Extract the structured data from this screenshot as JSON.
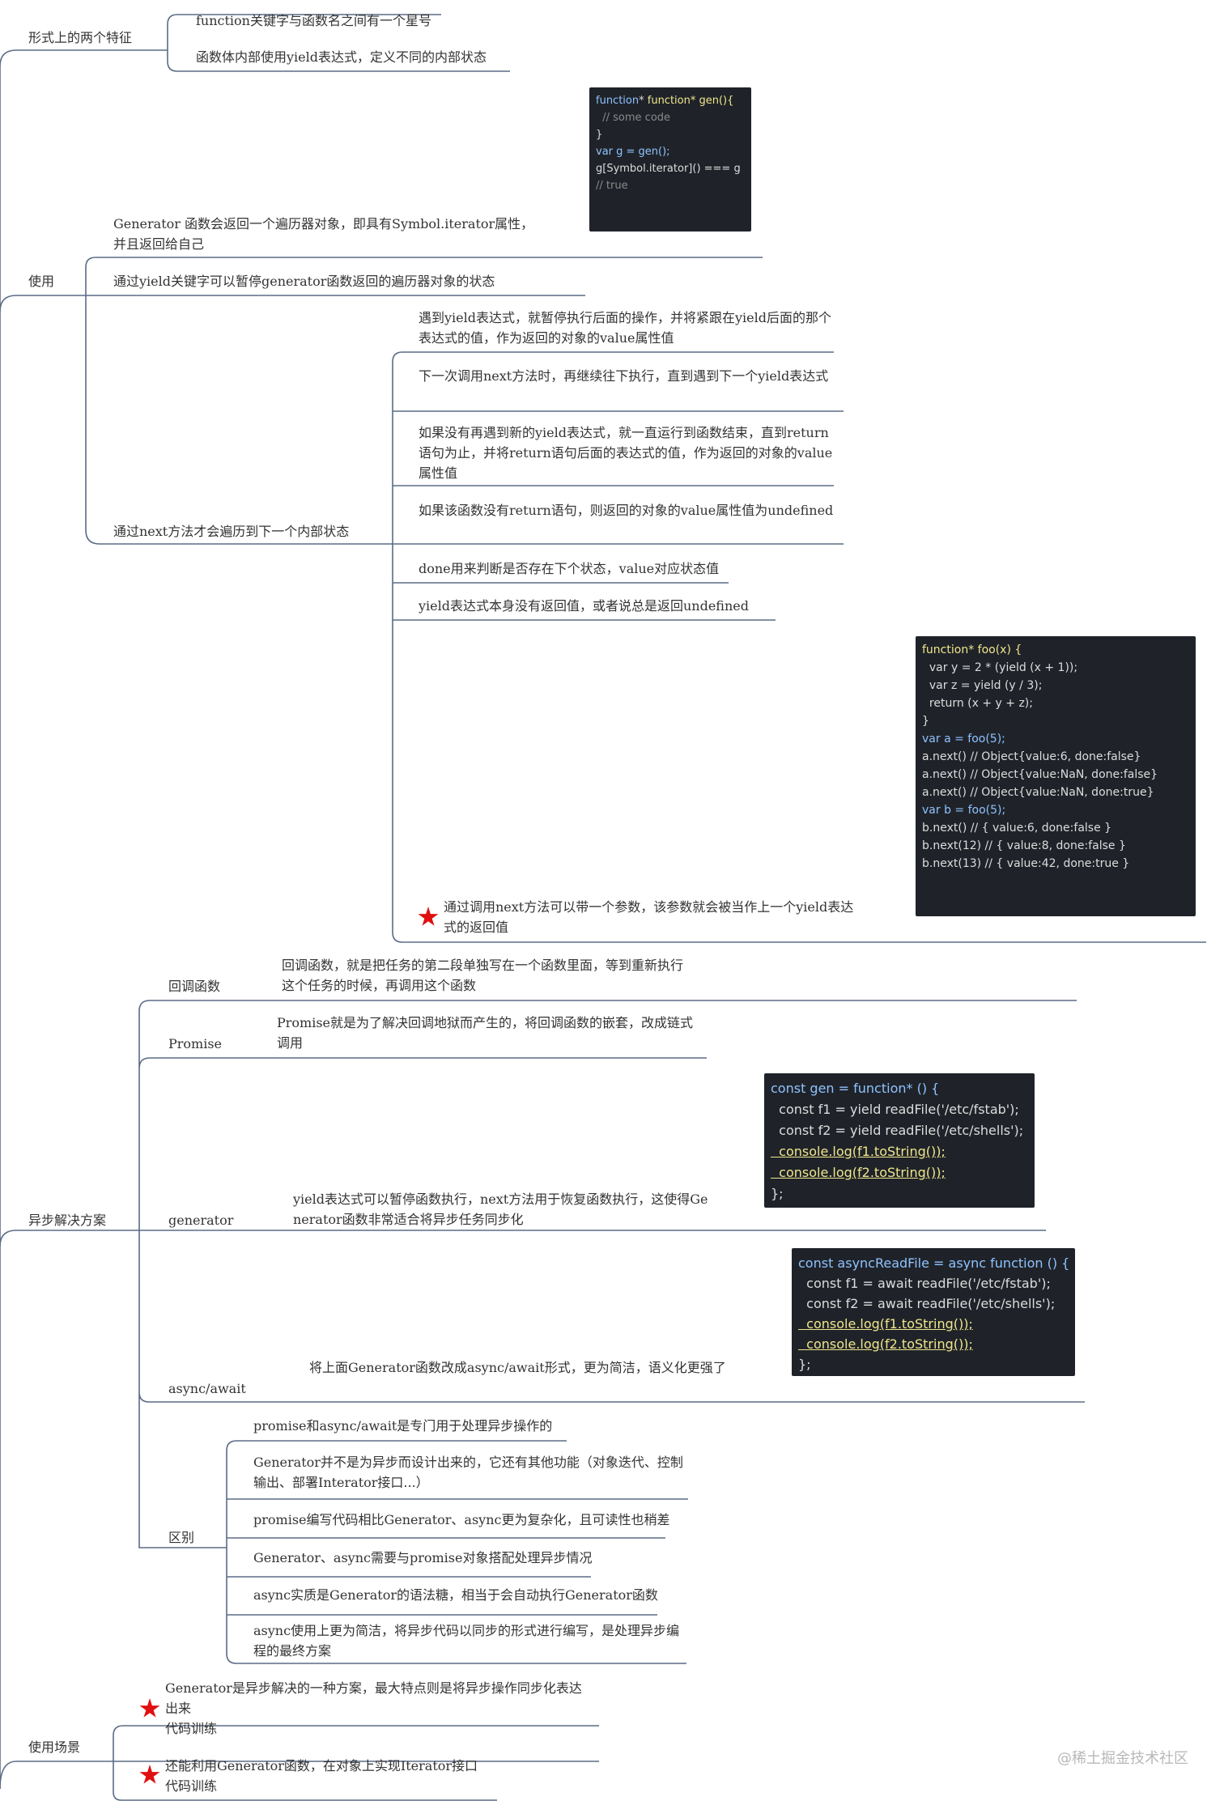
{
  "root_sections": {
    "form": "形式上的两个特征",
    "usage": "使用",
    "async": "异步解决方案",
    "scenes": "使用场景"
  },
  "form_items": [
    "function关键字与函数名之间有一个星号",
    "函数体内部使用yield表达式，定义不同的内部状态"
  ],
  "usage_items": {
    "iterator": "Generator 函数会返回一个遍历器对象，即具有Symbol.iterator属性，并且返回给自己",
    "yield_pause": "通过yield关键字可以暂停generator函数返回的遍历器对象的状态",
    "next_branch": "通过next方法才会遍历到下一个内部状态"
  },
  "next_items": [
    "遇到yield表达式，就暂停执行后面的操作，并将紧跟在yield后面的那个表达式的值，作为返回的对象的value属性值",
    "下一次调用next方法时，再继续往下执行，直到遇到下一个yield表达式",
    "如果没有再遇到新的yield表达式，就一直运行到函数结束，直到return语句为止，并将return语句后面的表达式的值，作为返回的对象的value属性值",
    "如果该函数没有return语句，则返回的对象的value属性值为undefined",
    "done用来判断是否存在下个状态，value对应状态值",
    "yield表达式本身没有返回值，或者说总是返回undefined",
    "通过调用next方法可以带一个参数，该参数就会被当作上一个yield表达式的返回值"
  ],
  "async_branches": {
    "callback": "回调函数",
    "promise": "Promise",
    "generator": "generator",
    "asyncawait": "async/await",
    "diff": "区别"
  },
  "async_texts": {
    "callback": "回调函数，就是把任务的第二段单独写在一个函数里面，等到重新执行这个任务的时候，再调用这个函数",
    "promise": "Promise就是为了解决回调地狱而产生的，将回调函数的嵌套，改成链式调用",
    "generator": "yield表达式可以暂停函数执行，next方法用于恢复函数执行，这使得Generator函数非常适合将异步任务同步化",
    "asyncawait": "将上面Generator函数改成async/await形式，更为简洁，语义化更强了"
  },
  "diff_items": [
    "promise和async/await是专门用于处理异步操作的",
    "Generator并不是为异步而设计出来的，它还有其他功能（对象迭代、控制输出、部署Interator接口...）",
    "promise编写代码相比Generator、async更为复杂化，且可读性也稍差",
    "Generator、async需要与promise对象搭配处理异步情况",
    "async实质是Generator的语法糖，相当于会自动执行Generator函数",
    "async使用上更为简洁，将异步代码以同步的形式进行编写，是处理异步编程的最终方案"
  ],
  "scene_items": [
    {
      "line1": "Generator是异步解决的一种方案，最大特点则是将异步操作同步化表达出来",
      "line2": "代码训练"
    },
    {
      "line1": "还能利用Generator函数，在对象上实现Iterator接口",
      "line2": "代码训练"
    }
  ],
  "code_gen": [
    "function* gen(){",
    "  // some code",
    "}",
    "",
    "var g = gen();",
    "",
    "g[Symbol.iterator]() === g",
    "// true"
  ],
  "code_foo": [
    "function* foo(x) {",
    "  var y = 2 * (yield (x + 1));",
    "  var z = yield (y / 3);",
    "  return (x + y + z);",
    "}",
    "",
    "var a = foo(5);",
    "a.next() // Object{value:6, done:false}",
    "a.next() // Object{value:NaN, done:false}",
    "a.next() // Object{value:NaN, done:true}",
    "",
    "var b = foo(5);",
    "b.next() // { value:6, done:false }",
    "b.next(12) // { value:8, done:false }",
    "b.next(13) // { value:42, done:true }"
  ],
  "code_generator": [
    "const gen = function* () {",
    "  const f1 = yield readFile('/etc/fstab');",
    "  const f2 = yield readFile('/etc/shells');",
    "  console.log(f1.toString());",
    "  console.log(f2.toString());",
    "};"
  ],
  "code_async": [
    "const asyncReadFile = async function () {",
    "  const f1 = await readFile('/etc/fstab');",
    "  const f2 = await readFile('/etc/shells');",
    "  console.log(f1.toString());",
    "  console.log(f2.toString());",
    "};"
  ],
  "watermark": "@稀土掘金技术社区",
  "colors": {
    "line": "#5b6b86",
    "code_bg": "#1f2329",
    "star": "#e01010"
  }
}
